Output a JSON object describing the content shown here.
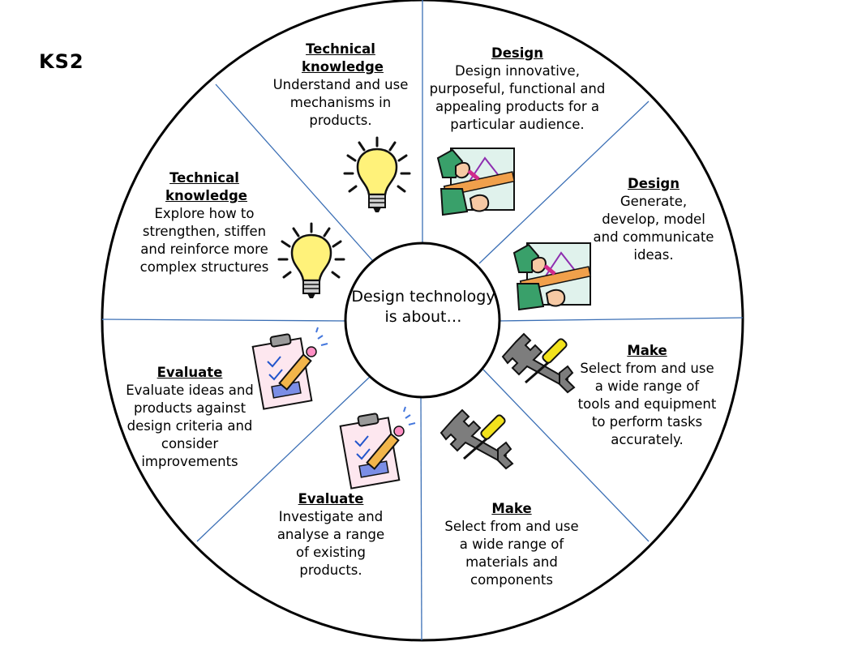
{
  "page_label": "KS2",
  "center_text": "Design technology is about…",
  "segments": [
    {
      "heading": "Technical knowledge",
      "body": "Understand and use mechanisms in products.",
      "icon": "lightbulb-icon"
    },
    {
      "heading": "Design",
      "body": "Design innovative, purposeful, functional and appealing products for a particular audience.",
      "icon": "ruler-drawing-icon"
    },
    {
      "heading": "Design",
      "body": "Generate, develop, model and communicate ideas.",
      "icon": "ruler-drawing-icon"
    },
    {
      "heading": "Make",
      "body": "Select from and use a wide range of tools and equipment to perform tasks accurately.",
      "icon": "wrench-screwdriver-icon"
    },
    {
      "heading": "Make",
      "body": "Select from and use a wide range of materials and components",
      "icon": "wrench-screwdriver-icon"
    },
    {
      "heading": "Evaluate",
      "body": "Investigate and analyse a range of existing products.",
      "icon": "clipboard-pencil-icon"
    },
    {
      "heading": "Evaluate",
      "body": "Evaluate ideas and products against design criteria and consider improvements",
      "icon": "clipboard-pencil-icon"
    },
    {
      "heading": "Technical knowledge",
      "body": "Explore how to strengthen, stiffen and reinforce more complex structures",
      "icon": "lightbulb-icon"
    }
  ],
  "colors": {
    "divider": "#3b6fb5",
    "outline": "#000000",
    "bulb": "#fff27a",
    "wrench": "#7d7d7d",
    "screwdriver": "#f2e21c",
    "card": "#e0f2ec",
    "ruler": "#f0a04b"
  }
}
